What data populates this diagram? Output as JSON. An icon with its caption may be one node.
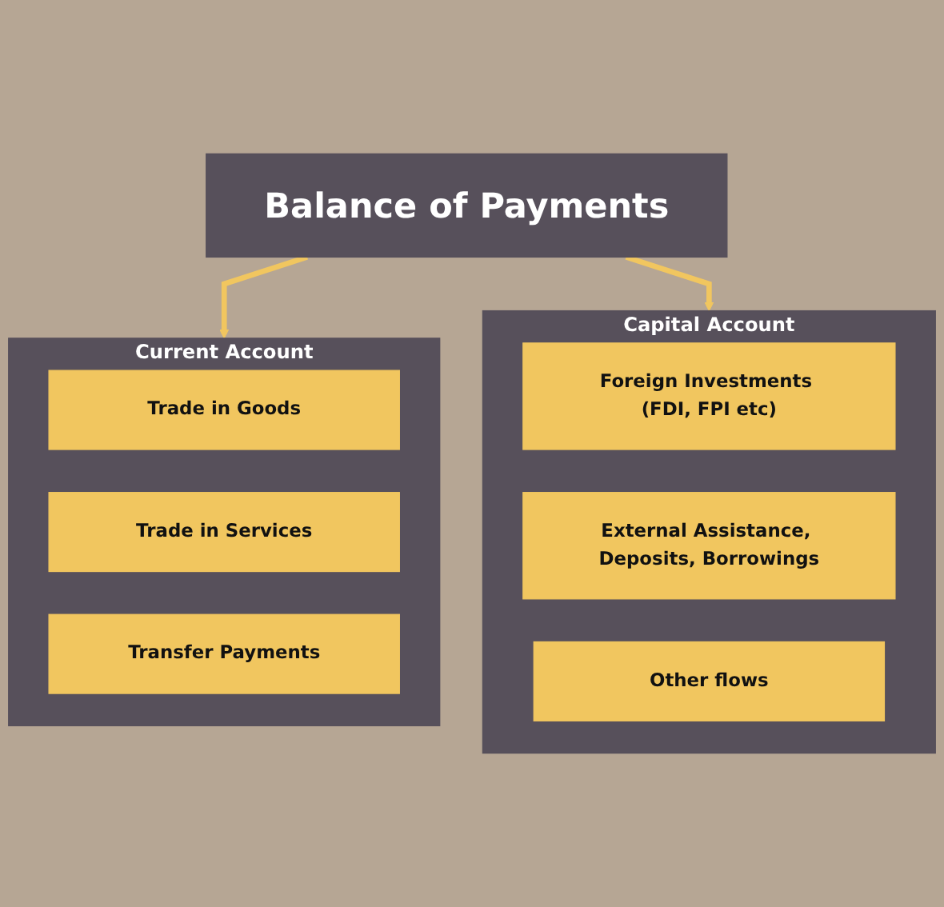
{
  "diagram": {
    "nodes": [
      {
        "text": [
          "Balance of Payments"
        ]
      },
      {
        "text": [
          "Current Account"
        ]
      },
      {
        "text": [
          "Trade in Goods"
        ],
        "in": 1
      },
      {
        "text": [
          "Trade in Services"
        ],
        "in": 1
      },
      {
        "text": [
          "Transfer Payments"
        ],
        "in": 1
      },
      {
        "text": [
          "Capital Account"
        ]
      },
      {
        "text": [
          "Foreign Investments (FDI, FPI etc)"
        ],
        "in": 5
      },
      {
        "text": [
          "External Assistance, Deposits, Borrowings"
        ],
        "in": 5
      },
      {
        "text": [
          "Other flows"
        ],
        "in": 5
      }
    ],
    "edges": [
      {
        "from": 0,
        "to": 1,
        "arrow": "to"
      },
      {
        "from": 0,
        "to": 5,
        "arrow": "to"
      }
    ]
  }
}
